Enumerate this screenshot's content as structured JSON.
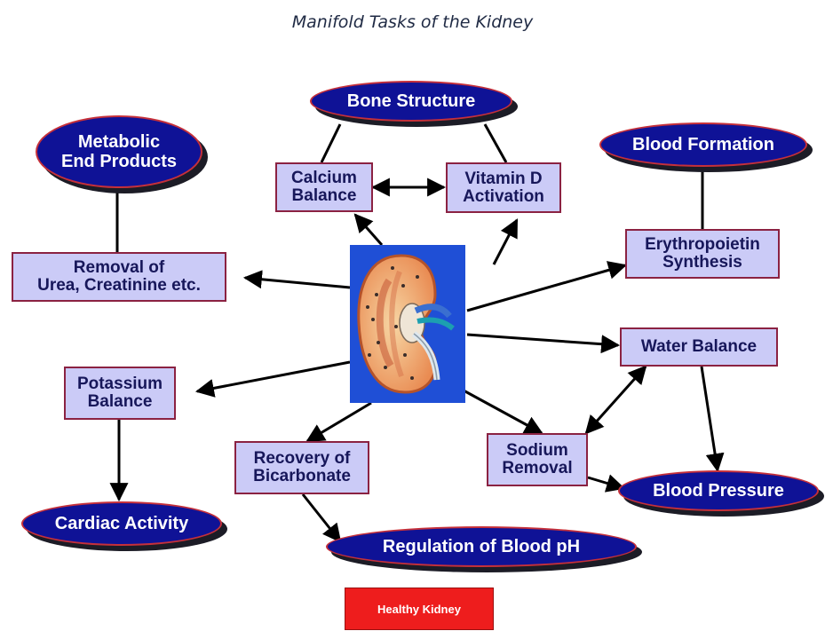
{
  "title": "Manifold Tasks of the Kidney",
  "ovals": {
    "bone_structure": "Bone Structure",
    "metabolic_end_products": "Metabolic\nEnd Products",
    "blood_formation": "Blood Formation",
    "cardiac_activity": "Cardiac Activity",
    "regulation_of_blood_ph": "Regulation of Blood pH",
    "blood_pressure": "Blood Pressure"
  },
  "boxes": {
    "calcium_balance": "Calcium\nBalance",
    "vitamin_d_activation": "Vitamin D\nActivation",
    "erythropoietin_synthesis": "Erythropoietin\nSynthesis",
    "removal_of_urea": "Removal of\nUrea, Creatinine etc.",
    "water_balance": "Water Balance",
    "potassium_balance": "Potassium\nBalance",
    "recovery_of_bicarbonate": "Recovery of\nBicarbonate",
    "sodium_removal": "Sodium\nRemoval"
  },
  "center_image": "kidney-illustration",
  "badge": "Healthy Kidney",
  "colors": {
    "oval_fill": "#0f1296",
    "oval_border": "#c6303a",
    "box_fill": "#cbcbf7",
    "box_border": "#8b2242",
    "badge_fill": "#ee1d1d"
  }
}
